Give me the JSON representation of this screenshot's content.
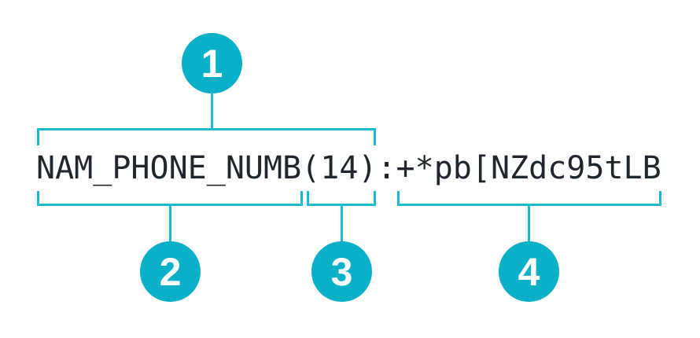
{
  "diagram": {
    "full_string": "NAM_PHONE_NUMB(14):+*pb[NZdc95tLB",
    "callouts": [
      {
        "number": "1",
        "segment": "NAM_PHONE_NUMB(14)",
        "side": "top"
      },
      {
        "number": "2",
        "segment": "NAM_PHONE_NUMB",
        "side": "bottom"
      },
      {
        "number": "3",
        "segment": "(14)",
        "side": "bottom"
      },
      {
        "number": "4",
        "segment": "+*pb[NZdc95tLB",
        "side": "bottom"
      }
    ],
    "colors": {
      "accent": "#09b0c7",
      "line": "#18bbd1",
      "text": "#20262c",
      "background": "#ffffff",
      "badge_text": "#ffffff"
    }
  }
}
